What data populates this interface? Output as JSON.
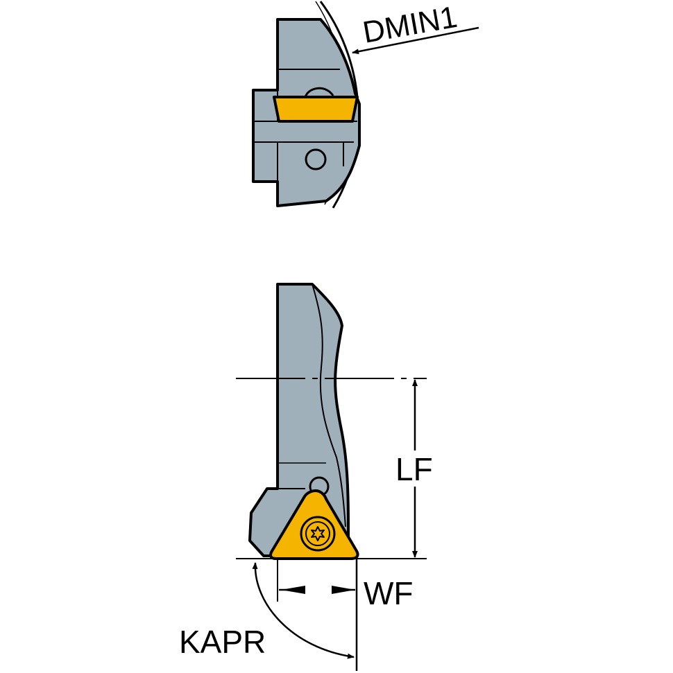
{
  "labels": {
    "dmin": "DMIN1",
    "lf": "LF",
    "wf": "WF",
    "kapr": "KAPR"
  },
  "colors": {
    "body": "#9fb0ba",
    "insert": "#f5b400",
    "outline": "#000000",
    "background": "#ffffff"
  },
  "icons": {
    "insert_screw": "torx-screw-icon"
  }
}
